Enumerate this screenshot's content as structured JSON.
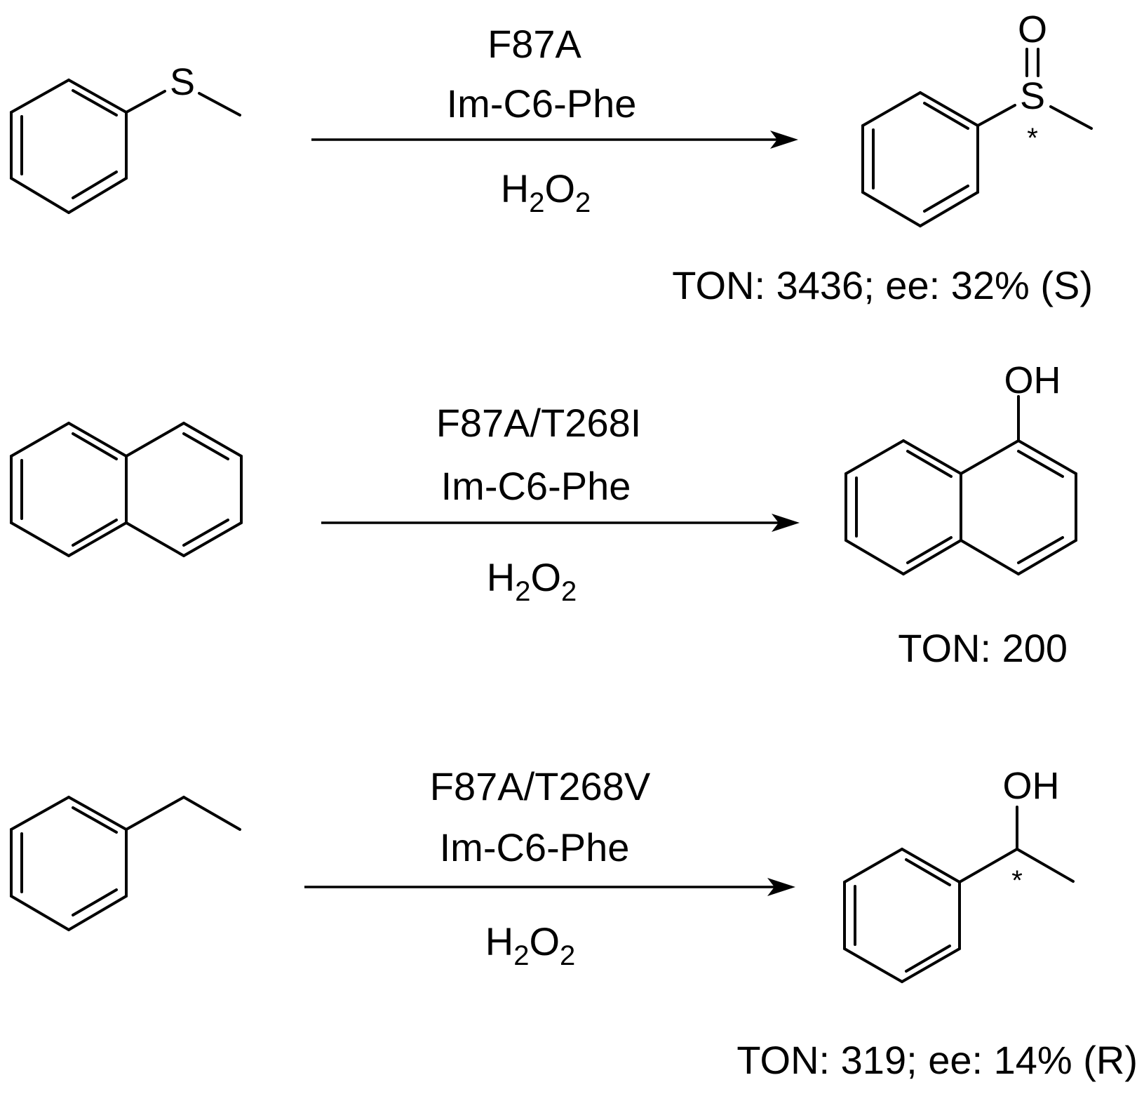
{
  "reactions": [
    {
      "enzyme": "F87A",
      "cofactor": "Im-C6-Phe",
      "oxidant": {
        "main": "H",
        "sub1": "2",
        "mid": "O",
        "sub2": "2"
      },
      "substrate_atoms": {
        "sulfur": "S"
      },
      "product_atoms": {
        "sulfur": "S",
        "oxygen": "O",
        "stereo": "*"
      },
      "result": "TON: 3436;  ee: 32% (S)"
    },
    {
      "enzyme": "F87A/T268I",
      "cofactor": "Im-C6-Phe",
      "oxidant": {
        "main": "H",
        "sub1": "2",
        "mid": "O",
        "sub2": "2"
      },
      "product_atoms": {
        "hydroxyl": "OH"
      },
      "result": "TON: 200"
    },
    {
      "enzyme": "F87A/T268V",
      "cofactor": "Im-C6-Phe",
      "oxidant": {
        "main": "H",
        "sub1": "2",
        "mid": "O",
        "sub2": "2"
      },
      "product_atoms": {
        "hydroxyl": "OH",
        "stereo": "*"
      },
      "result": "TON: 319; ee: 14% (R)"
    }
  ],
  "colors": {
    "ink": "#000000",
    "background": "#ffffff"
  }
}
